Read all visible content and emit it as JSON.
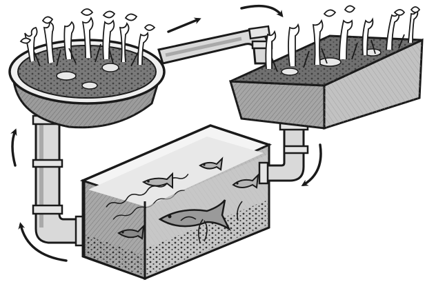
{
  "palette": {
    "ink": "#1a1a1a",
    "paper": "#ffffff",
    "pipe_shade": "#9a9a9a",
    "water_shade": "#7a7a7a",
    "soil_shade": "#5e5e5e",
    "light_shade": "#c8c8c8"
  },
  "components": [
    {
      "id": "round-grow-bed",
      "icon": "round-basin-with-plants"
    },
    {
      "id": "rect-grow-bed",
      "icon": "rectangular-tray-with-plants"
    },
    {
      "id": "fish-tank",
      "icon": "aquarium-with-fish"
    },
    {
      "id": "top-pipe",
      "icon": "elbow-pipe"
    },
    {
      "id": "right-drain-pipe",
      "icon": "elbow-pipe"
    },
    {
      "id": "left-return-pipe",
      "icon": "elbow-pipe"
    }
  ],
  "flow_arrows": [
    {
      "id": "arrow-top-right",
      "direction": "right"
    },
    {
      "id": "arrow-top-curve",
      "direction": "down-right"
    },
    {
      "id": "arrow-right-curve",
      "direction": "down-left"
    },
    {
      "id": "arrow-left-up",
      "direction": "up"
    },
    {
      "id": "arrow-left-bottom",
      "direction": "up"
    }
  ],
  "fish_count": 5
}
